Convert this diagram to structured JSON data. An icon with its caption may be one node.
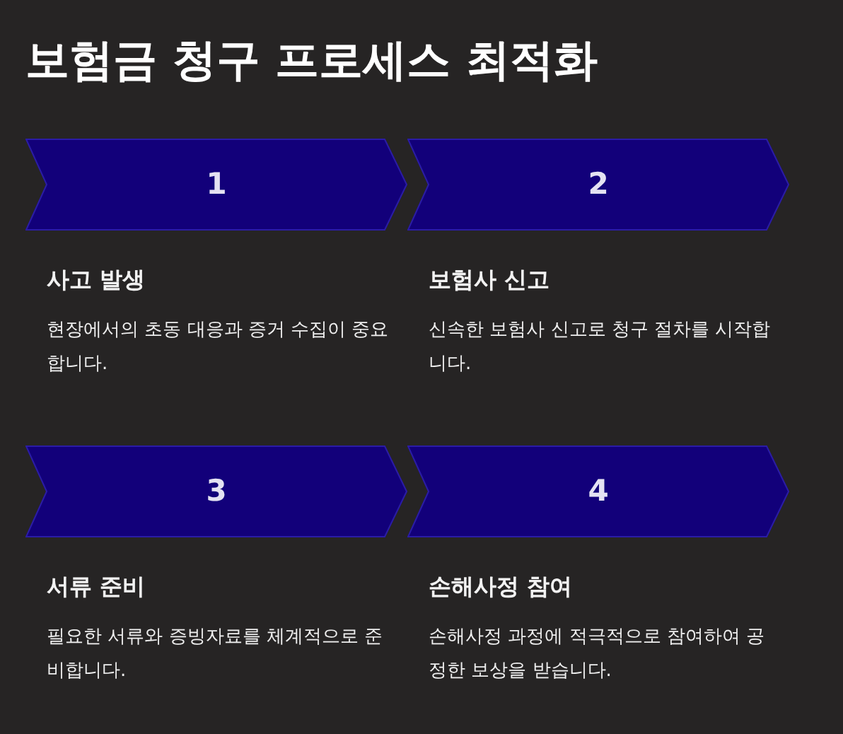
{
  "diagram": {
    "title": "보험금 청구 프로세스 최적화",
    "nodes": [
      {
        "text": [
          "1"
        ],
        "beside": [
          "사고 발생",
          "현장에서의 초동 대응과 증거 수집이 중요합니다."
        ]
      },
      {
        "text": [
          "2"
        ],
        "beside": [
          "보험사 신고",
          "신속한 보험사 신고로 청구 절차를 시작합니다."
        ]
      },
      {
        "text": [
          "3"
        ],
        "beside": [
          "서류 준비",
          "필요한 서류와 증빙자료를 체계적으로 준비합니다."
        ]
      },
      {
        "text": [
          "4"
        ],
        "beside": [
          "손해사정 참여",
          "손해사정 과정에 적극적으로 참여하여 공정한 보상을 받습니다."
        ]
      }
    ]
  }
}
